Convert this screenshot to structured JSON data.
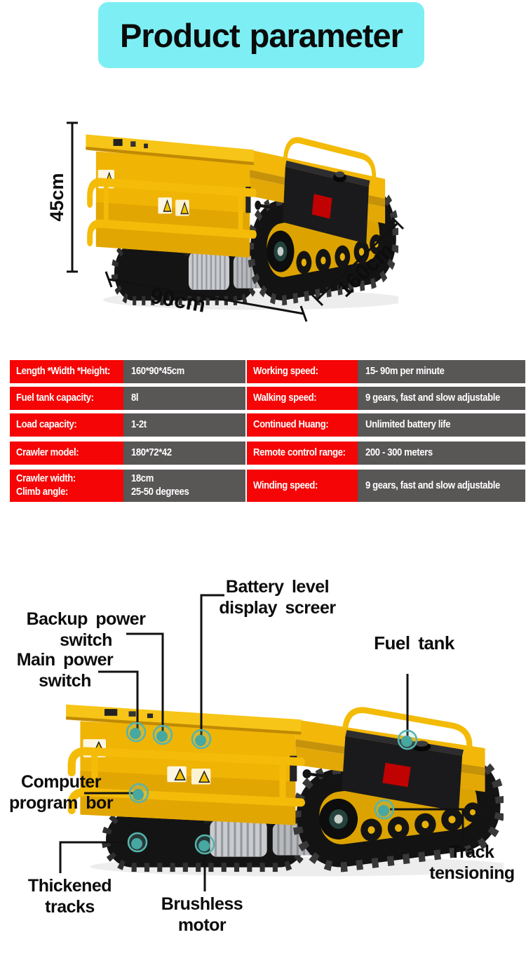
{
  "title": "Product parameter",
  "colors": {
    "title_bg": "#7DEFF4",
    "label_bg": "#F50505",
    "value_bg": "#595656",
    "marker_teal": "#47A7A1",
    "machine_yellow": "#F0B405"
  },
  "figure1": {
    "height_label": "45cm",
    "width_label": "90cm",
    "length_label": "160cm"
  },
  "spec_table": {
    "left": [
      {
        "label": "Length *Width *Height:",
        "value": "160*90*45cm"
      },
      {
        "label": "Fuel tank capacity:",
        "value": "8l"
      },
      {
        "label": "Load capacity:",
        "value": "1-2t"
      },
      {
        "label": "Crawler model:",
        "value": "180*72*42"
      },
      {
        "label": "Crawler width:",
        "label2": "Climb angle:",
        "value": "18cm",
        "value2": "25-50 degrees"
      }
    ],
    "right": [
      {
        "label": "Working speed:",
        "value": "15- 90m per minute"
      },
      {
        "label": "Walking speed:",
        "value": "9 gears, fast and slow adjustable"
      },
      {
        "label": "Continued Huang:",
        "value": "Unlimited battery life"
      },
      {
        "label": "Remote control range:",
        "value": "200 - 300 meters"
      },
      {
        "label": "Winding speed:",
        "value": "9 gears, fast and slow adjustable"
      }
    ]
  },
  "figure2": {
    "callouts": {
      "battery": {
        "line1": "Battery level",
        "line2": "display screer"
      },
      "backup": {
        "line1": "Backup power",
        "line2": "switch"
      },
      "main": {
        "line1": "Main power",
        "line2": "switch"
      },
      "fuel": {
        "line1": "Fuel tank"
      },
      "computer": {
        "line1": "Computer",
        "line2": "program bor"
      },
      "thickened": {
        "line1": "Thickened",
        "line2": "tracks"
      },
      "brushless": {
        "line1": "Brushless",
        "line2": "motor"
      },
      "tension": {
        "line1": "Track",
        "line2": "tensioning"
      }
    }
  }
}
